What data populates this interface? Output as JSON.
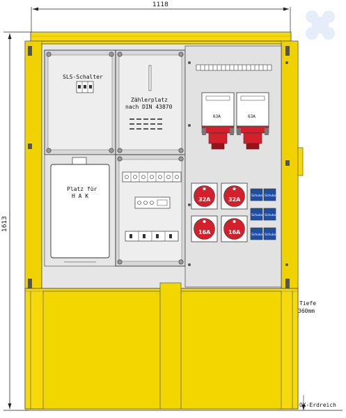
{
  "dimensions": {
    "width_label": "1118",
    "height_label": "1613",
    "depth_label": "Tiefe",
    "depth_value": "360mm",
    "ground_label": "OK-Erdreich"
  },
  "panels": {
    "sls": {
      "title": "SLS-Schalter"
    },
    "meter": {
      "line1": "Zählerplatz",
      "line2": "nach DIN 43870"
    },
    "hak": {
      "line1": "Platz für",
      "line2": "H A K"
    }
  },
  "sockets": {
    "cee_63": [
      "63A",
      "63A"
    ],
    "cee_32": [
      "32A",
      "32A"
    ],
    "cee_16": [
      "16A",
      "16A"
    ],
    "schuko": [
      "Schuko",
      "Schuko",
      "Schuko",
      "Schuko",
      "Schuko",
      "Schuko"
    ]
  },
  "colors": {
    "housing": "#f5d90a",
    "housing_edge": "#d9b800",
    "panel": "#e6e6e6",
    "cee_red": "#d4202a",
    "schuko_blue": "#1f4fa3"
  }
}
